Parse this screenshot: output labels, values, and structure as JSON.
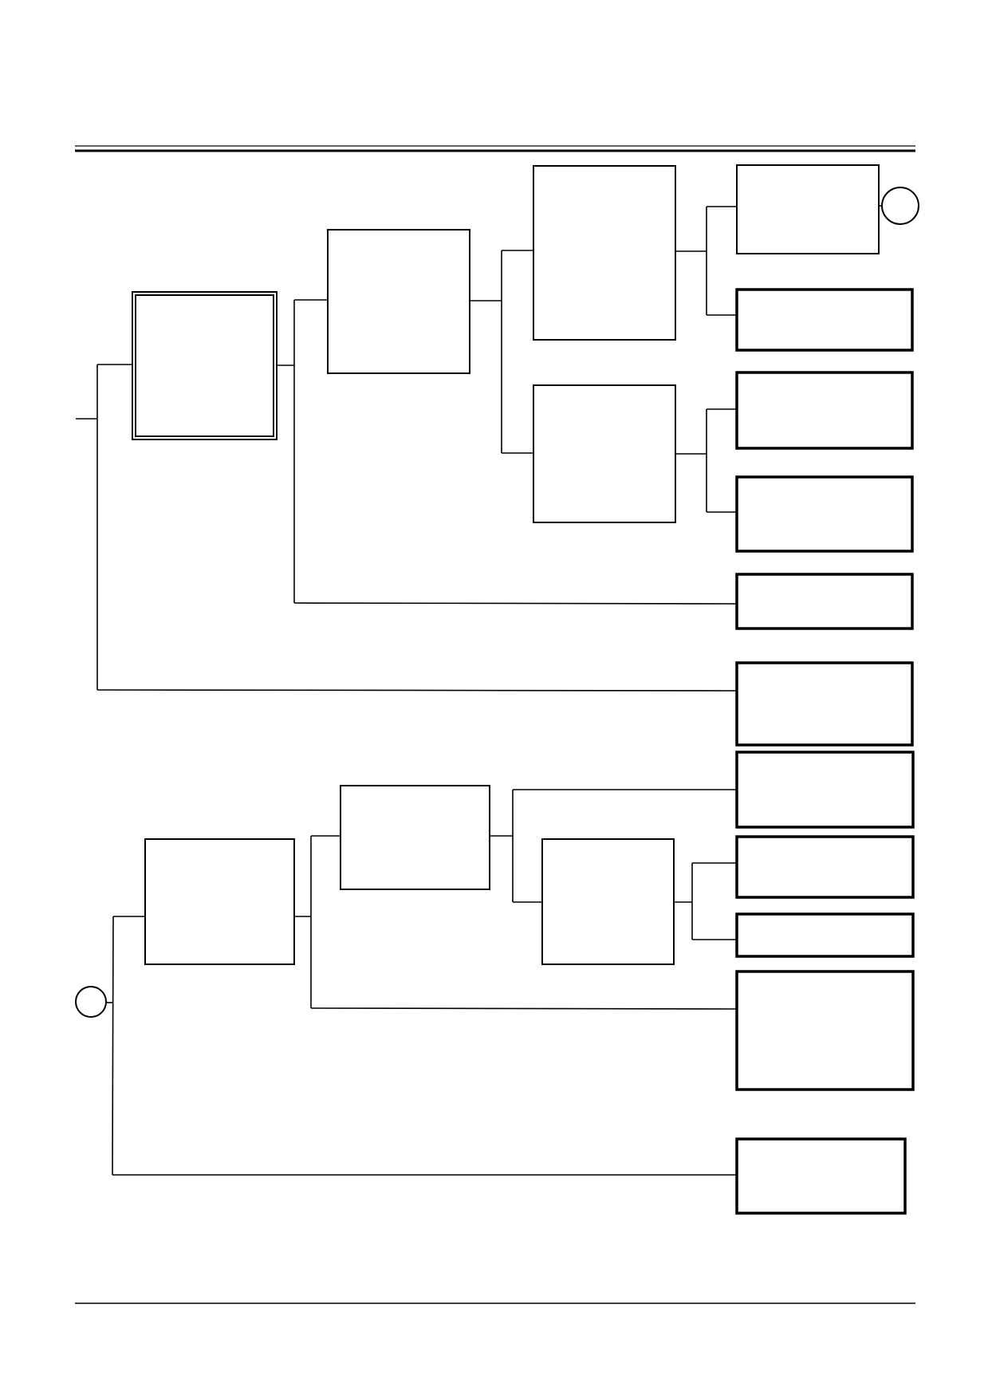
{
  "diagram": {
    "type": "troubleshooting-flowchart",
    "sections": [
      {
        "id": "upper-tree",
        "entry": "line-entry",
        "exit_connector": "circle-connector-top"
      },
      {
        "id": "lower-tree",
        "entry": "circle-connector-bottom"
      }
    ],
    "box_labels": []
  },
  "colors": {
    "stroke": "#000000",
    "background": "#ffffff"
  }
}
